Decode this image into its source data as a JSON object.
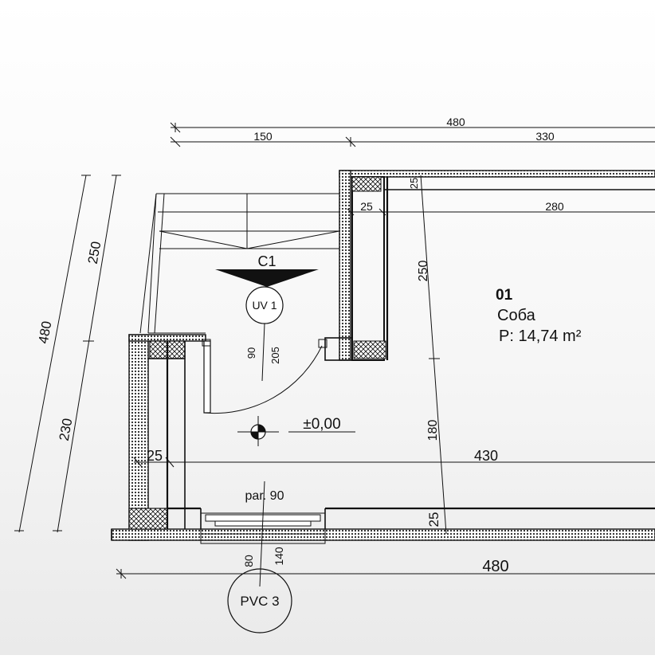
{
  "dimensions": {
    "top_total": "480",
    "top_left": "150",
    "top_right": "330",
    "left_total": "480",
    "left_upper": "250",
    "left_lower": "230",
    "interior_25_top": "25",
    "interior_25_right": "25",
    "interior_280": "280",
    "interior_250": "250",
    "interior_180": "180",
    "interior_25_bottom": "25",
    "left_wall_25": "25",
    "width_430": "430",
    "bottom_total": "480",
    "door_90": "90",
    "door_205": "205",
    "window_80": "80",
    "window_140": "140"
  },
  "stair_label": "C1",
  "door_tag": "UV 1",
  "window_tag": "PVC 3",
  "level": "±0,00",
  "parapet": "par. 90",
  "room": {
    "number": "01",
    "name": "Соба",
    "area": "P: 14,74 m²"
  }
}
